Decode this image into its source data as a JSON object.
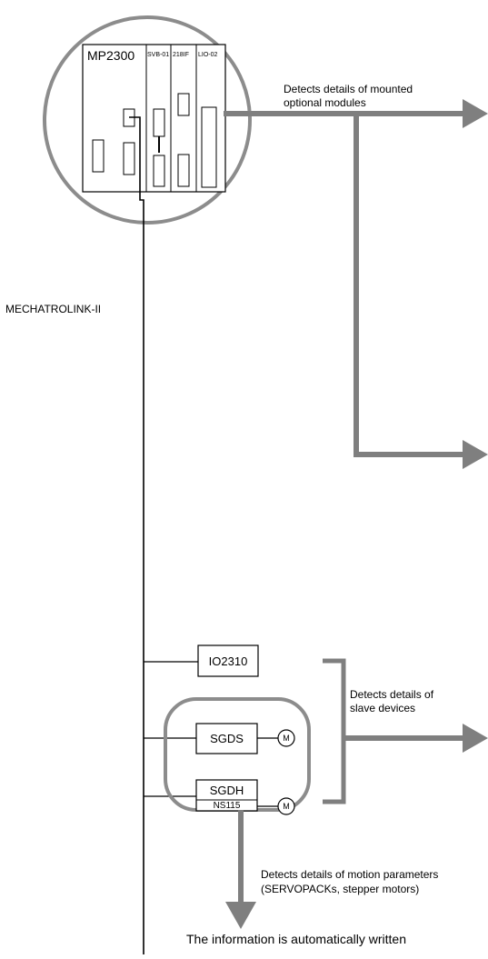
{
  "controller": {
    "model": "MP2300",
    "slots": [
      "SVB-01",
      "218IF",
      "LIO-02"
    ]
  },
  "network_label": "MECHATROLINK-II",
  "devices": {
    "io": "IO2310",
    "servo1": "SGDS",
    "servo2": "SGDH",
    "servo2_option": "NS115",
    "motor": "M"
  },
  "annotations": {
    "modules": [
      "Detects details of mounted",
      "optional modules"
    ],
    "slaves": [
      "Detects details of",
      "slave devices"
    ],
    "motion": [
      "Detects details of motion parameters",
      "(SERVOPACKs, stepper motors)"
    ],
    "bottom": "The information is automatically written"
  },
  "colors": {
    "arrow": "#7f7f7f",
    "line": "#000000",
    "circle": "#8c8c8c"
  }
}
